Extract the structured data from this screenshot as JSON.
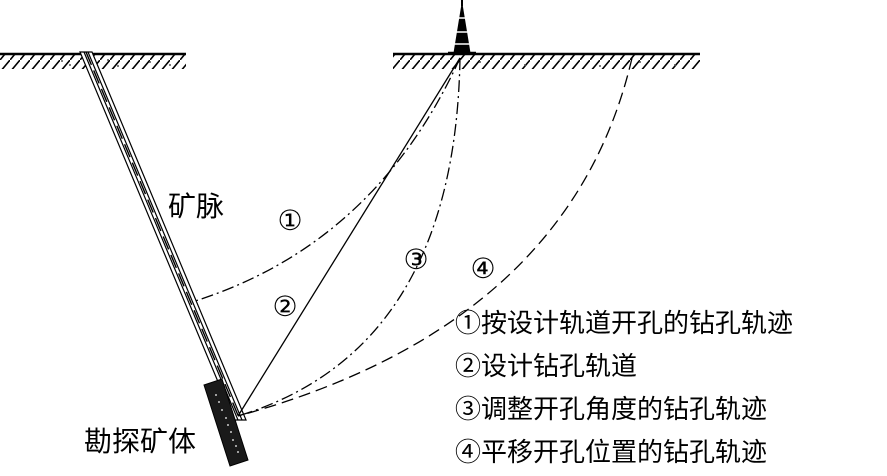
{
  "labels": {
    "vein": "矿脉",
    "target": "勘探矿体"
  },
  "markers": {
    "m1": "①",
    "m2": "②",
    "m3": "③",
    "m4": "④"
  },
  "legend": [
    "①按设计轨道开孔的钻孔轨迹",
    "②设计钻孔轨道",
    "③调整开孔角度的钻孔轨迹",
    "④平移开孔位置的钻孔轨迹"
  ]
}
